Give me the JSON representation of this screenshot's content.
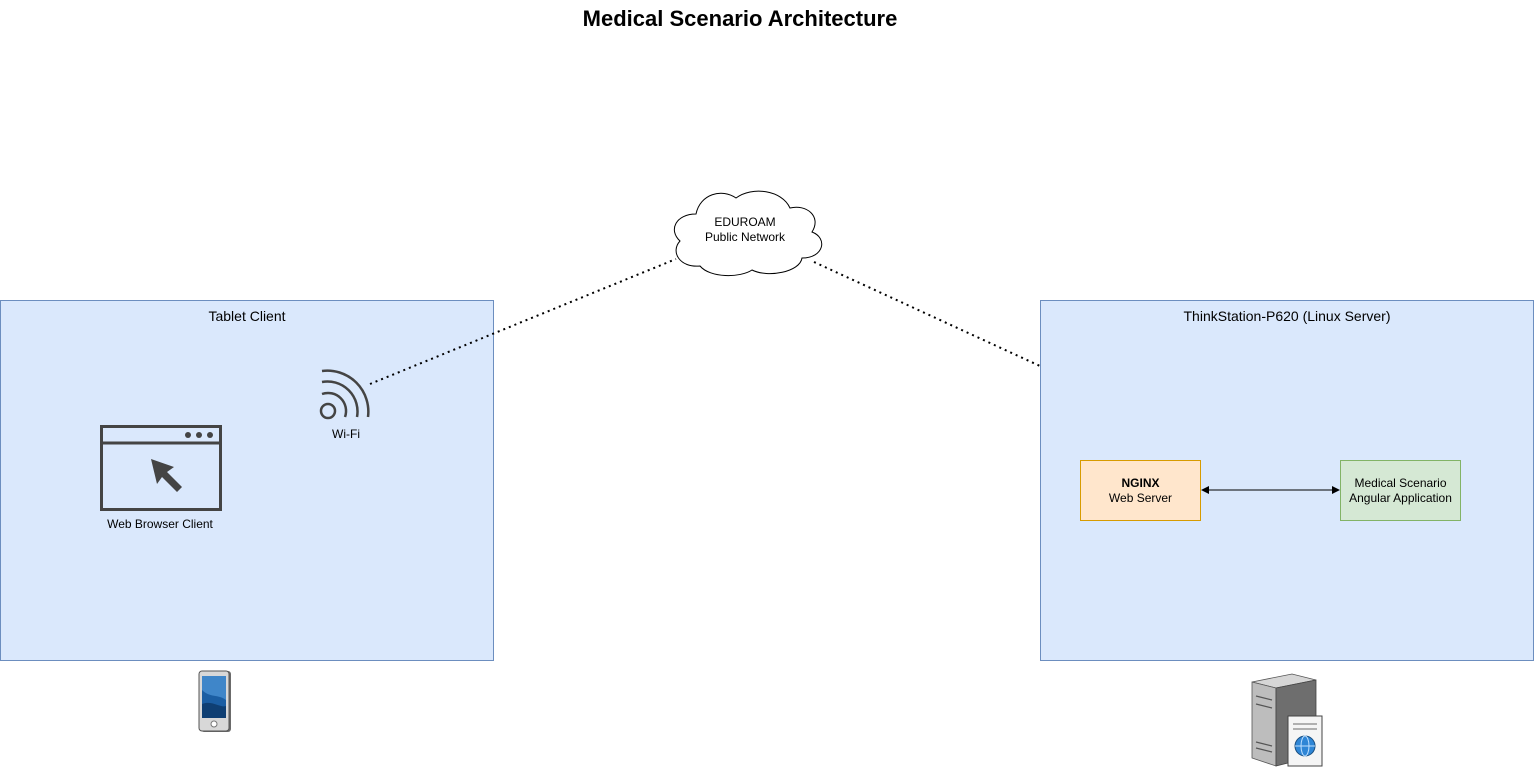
{
  "diagram": {
    "title": "Medical Scenario Architecture",
    "cloud": {
      "line1": "EDUROAM",
      "line2": "Public Network"
    },
    "tablet": {
      "label": "Tablet Client",
      "wifi_label": "Wi-Fi",
      "browser_label": "Web Browser Client",
      "icon": "tablet-icon"
    },
    "server": {
      "label": "ThinkStation-P620 (Linux Server)",
      "icon": "server-icon",
      "nginx": {
        "title": "NGINX",
        "subtitle": "Web Server"
      },
      "app": {
        "line1": "Medical Scenario",
        "line2": "Angular Application"
      }
    },
    "colors": {
      "container_fill": "#dae8fc",
      "container_stroke": "#6c8ebf",
      "nginx_fill": "#ffe6cc",
      "nginx_stroke": "#d79b00",
      "app_fill": "#d5e8d4",
      "app_stroke": "#82b366"
    }
  }
}
